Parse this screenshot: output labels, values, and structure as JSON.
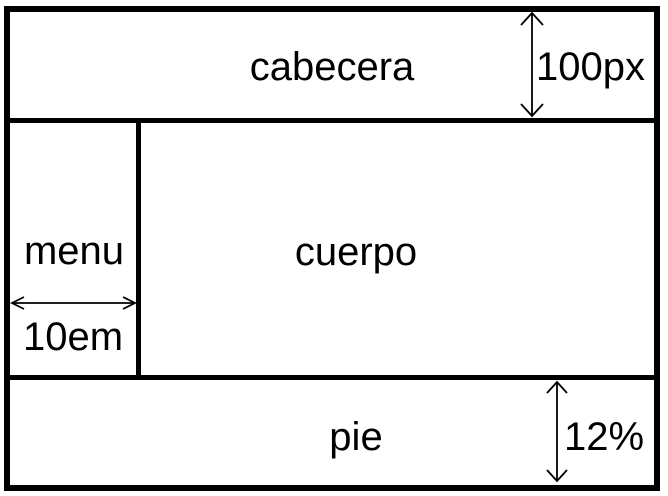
{
  "regions": {
    "header": {
      "label": "cabecera",
      "size_label": "100px"
    },
    "menu": {
      "label": "menu",
      "size_label": "10em"
    },
    "body": {
      "label": "cuerpo"
    },
    "footer": {
      "label": "pie",
      "size_label": "12%"
    }
  },
  "colors": {
    "line": "#000000",
    "background": "#ffffff",
    "text": "#000000"
  }
}
